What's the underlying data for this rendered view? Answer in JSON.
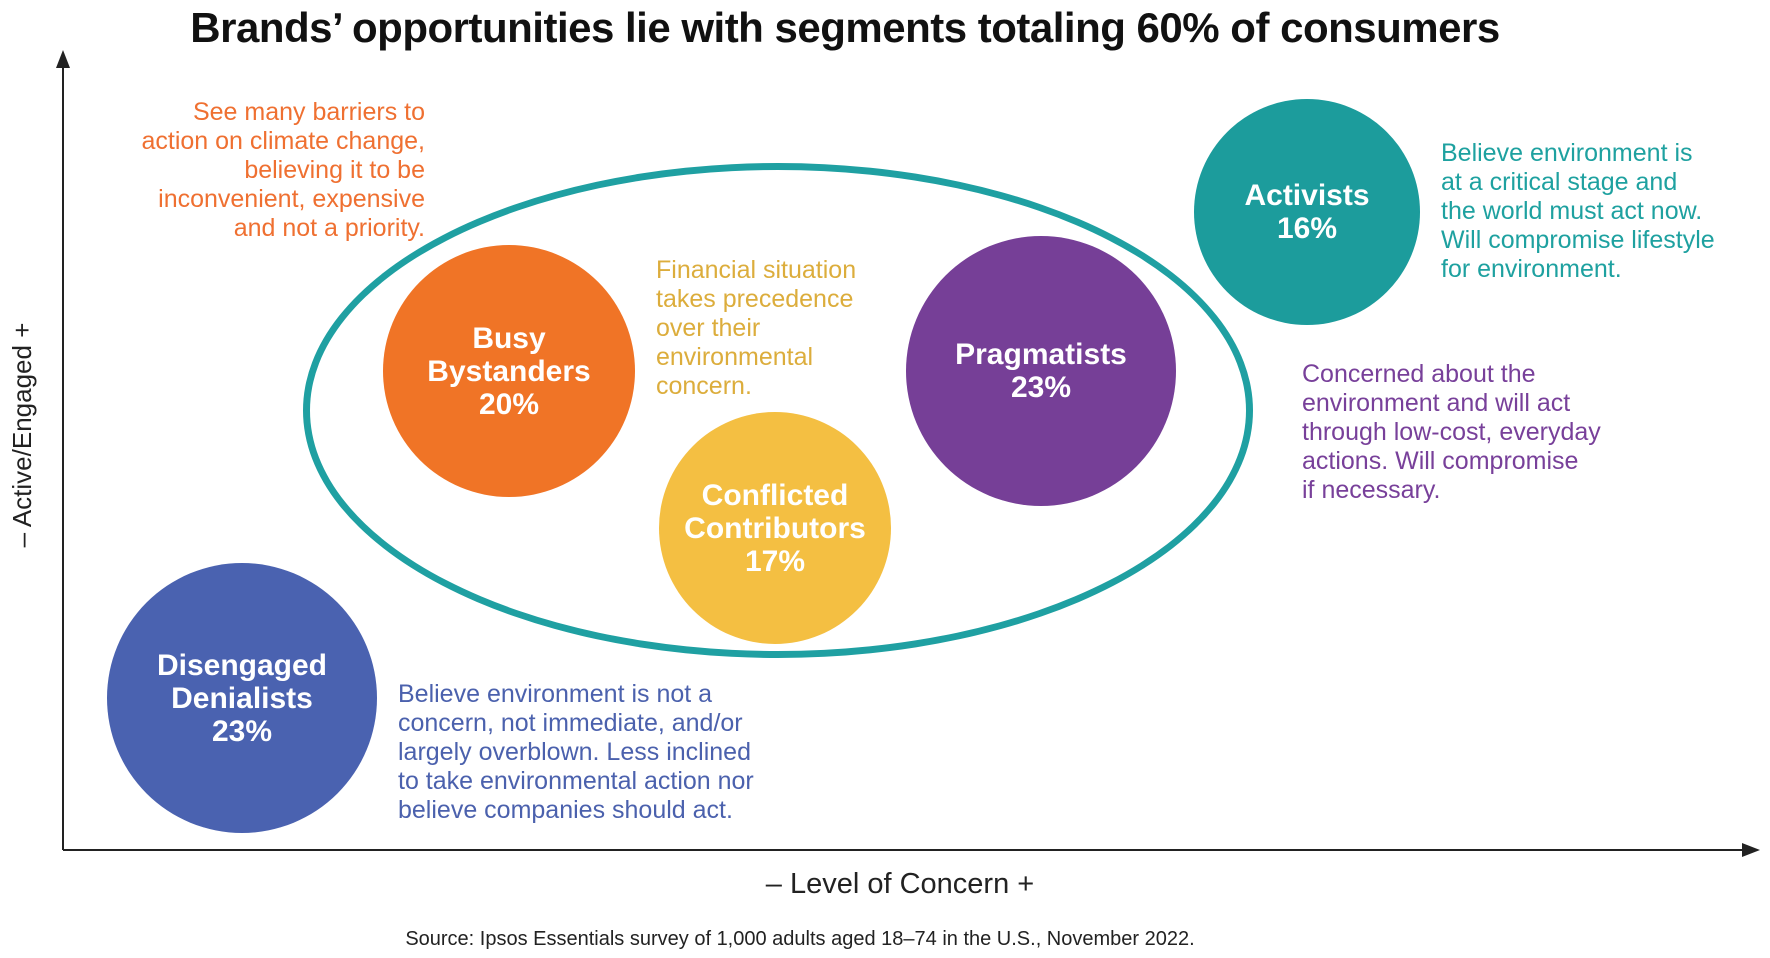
{
  "title": "Brands’ opportunities lie with segments totaling 60% of consumers",
  "axes": {
    "y_label": "– Active/Engaged +",
    "x_label": "– Level of Concern +"
  },
  "source": "Source: Ipsos Essentials survey of 1,000 adults aged 18–74 in the U.S., November 2022.",
  "colors": {
    "activists": "#1c9c9c",
    "busy_bystanders": "#f07426",
    "conflicted_contributors": "#f4bf42",
    "pragmatists": "#763f97",
    "disengaged_denialists": "#4a62b0",
    "ellipse": "#1fa0a2",
    "orange_text": "#ef7031",
    "gold_text": "#dcad3c",
    "teal_text": "#1ea1a0",
    "purple_text": "#78409a",
    "blue_text": "#4b61ad"
  },
  "segments": {
    "busy_bystanders": {
      "name_line1": "Busy",
      "name_line2": "Bystanders",
      "percent": "20%",
      "desc": [
        "See many barriers to",
        "action on climate change,",
        "believing it to be",
        "inconvenient, expensive",
        "and not a priority."
      ]
    },
    "conflicted_contributors": {
      "name_line1": "Conflicted",
      "name_line2": "Contributors",
      "percent": "17%",
      "desc": [
        "Financial situation",
        "takes precedence",
        "over their",
        "environmental",
        "concern."
      ]
    },
    "pragmatists": {
      "name": "Pragmatists",
      "percent": "23%",
      "desc": [
        "Concerned about the",
        "environment and will act",
        "through low-cost, everyday",
        "actions. Will compromise",
        "if necessary."
      ]
    },
    "activists": {
      "name": "Activists",
      "percent": "16%",
      "desc": [
        "Believe environment is",
        "at a critical stage and",
        "the world must act now.",
        "Will compromise lifestyle",
        "for environment."
      ]
    },
    "disengaged_denialists": {
      "name_line1": "Disengaged",
      "name_line2": "Denialists",
      "percent": "23%",
      "desc": [
        "Believe environment is not a",
        "concern, not immediate, and/or",
        "largely overblown. Less inclined",
        "to take environmental action nor",
        "believe companies should act."
      ]
    }
  }
}
